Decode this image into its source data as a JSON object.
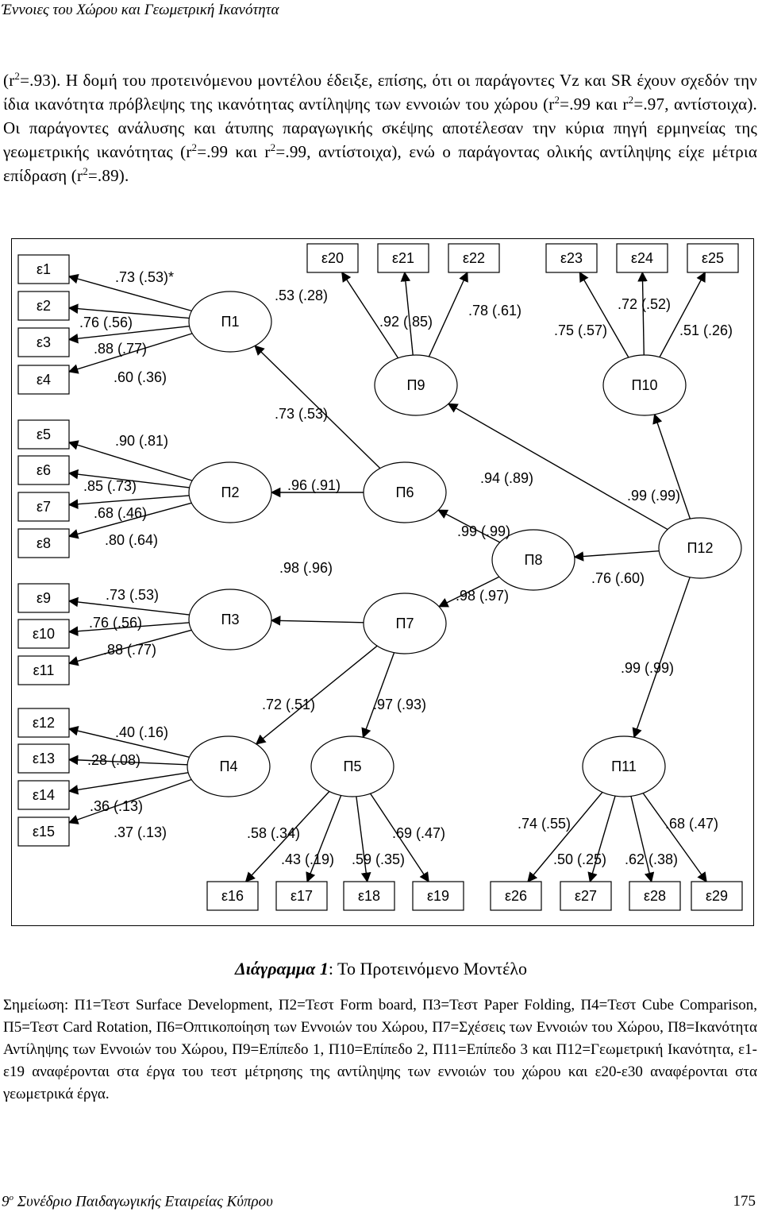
{
  "header": "Έννοιες του Χώρου και Γεωμετρική Ικανότητα",
  "paragraph": {
    "p1": "(r",
    "s1": "2",
    "p2": "=.93). Η δομή του προτεινόμενου μοντέλου έδειξε, επίσης, ότι οι παράγοντες Vz και SR έχουν σχεδόν την ίδια ικανότητα πρόβλεψης της ικανότητας αντίληψης των εννοιών του χώρου (r",
    "s2": "2",
    "p3": "=.99 και r",
    "s3": "2",
    "p4": "=.97, αντίστοιχα). Οι παράγοντες ανάλυσης και άτυπης παραγωγικής σκέψης αποτέλεσαν την κύρια πηγή ερμηνείας της γεωμετρικής ικανότητας (r",
    "s4": "2",
    "p5": "=.99 και r",
    "s5": "2",
    "p6": "=.99, αντίστοιχα), ενώ ο παράγοντας ολικής αντίληψης είχε μέτρια επίδραση (r",
    "s6": "2",
    "p7": "=.89)."
  },
  "diagram": {
    "boxes": [
      "ε1",
      "ε2",
      "ε3",
      "ε4",
      "ε5",
      "ε6",
      "ε7",
      "ε8",
      "ε9",
      "ε10",
      "ε11",
      "ε12",
      "ε13",
      "ε14",
      "ε15",
      "ε16",
      "ε17",
      "ε18",
      "ε19",
      "ε20",
      "ε21",
      "ε22",
      "ε23",
      "ε24",
      "ε25",
      "ε26",
      "ε27",
      "ε28",
      "ε29"
    ],
    "factors": [
      "Π1",
      "Π2",
      "Π3",
      "Π4",
      "Π5",
      "Π6",
      "Π7",
      "Π8",
      "Π9",
      "Π10",
      "Π11",
      "Π12"
    ],
    "loadings": {
      "p1_e1": ".73 (.53)*",
      "p1_e2": ".76 (.56)",
      "p1_e3": ".88 (.77)",
      "p1_e4": ".60 (.36)",
      "p2_e5": ".90 (.81)",
      "p2_e6": ".85 (.73)",
      "p2_e7": ".68 (.46)",
      "p2_e8": ".80 (.64)",
      "p3_e9": ".73 (.53)",
      "p3_e10": ".76 (.56)",
      "p3_e11": ".88 (.77)",
      "p4_e12": ".40 (.16)",
      "p4_e13": ".28 (.08)",
      "p4_e14": ".36 (.13)",
      "p4_e15": ".37 (.13)",
      "p9_e20": ".53 (.28)",
      "p9_e21": ".92 (.85)",
      "p9_e22": ".78 (.61)",
      "p10_e23": ".75 (.57)",
      "p10_e24": ".72 (.52)",
      "p10_e25": ".51 (.26)",
      "p5_e16": ".58 (.34)",
      "p5_e17": ".43 (.19)",
      "p5_e18": ".59 (.35)",
      "p5_e19": ".69 (.47)",
      "p11_e26": ".74 (.55)",
      "p11_e27": ".50 (.25)",
      "p11_e28": ".62 (.38)",
      "p11_e29": ".68 (.47)"
    },
    "paths": {
      "p6_p1": ".73 (.53)",
      "p6_p2": ".96 (.91)",
      "p7_p3": ".98 (.96)",
      "p7_p4": ".72 (.51)",
      "p7_p5": ".97 (.93)",
      "p8_p6": ".99 (.99)",
      "p8_p7": ".98 (.97)",
      "p12_p9": ".94 (.89)",
      "p12_p10": ".99 (.99)",
      "p12_p8": ".76 (.60)",
      "p12_p11": ".99 (.99)"
    }
  },
  "caption": {
    "lead": "Διάγραμμα 1",
    "rest": ": Το Προτεινόμενο Μοντέλο"
  },
  "note": "Σημείωση: Π1=Τεστ Surface Development, Π2=Τεστ Form board, Π3=Τεστ Paper Folding, Π4=Τεστ Cube Comparison, Π5=Τεστ Card Rotation, Π6=Οπτικοποίηση των Εννοιών του Χώρου, Π7=Σχέσεις των Εννοιών του Χώρου, Π8=Ικανότητα Αντίληψης των Εννοιών του Χώρου, Π9=Επίπεδο 1, Π10=Επίπεδο 2, Π11=Επίπεδο 3 και Π12=Γεωμετρική Ικανότητα, ε1-ε19 αναφέρονται στα έργα του τεστ μέτρησης της αντίληψης των εννοιών του χώρου και ε20-ε30 αναφέρονται στα γεωμετρικά έργα.",
  "footer": {
    "num": "9",
    "sup": "ο",
    "conf": " Συνέδριο Παιδαγωγικής Εταιρείας Κύπρου",
    "page": "175"
  }
}
